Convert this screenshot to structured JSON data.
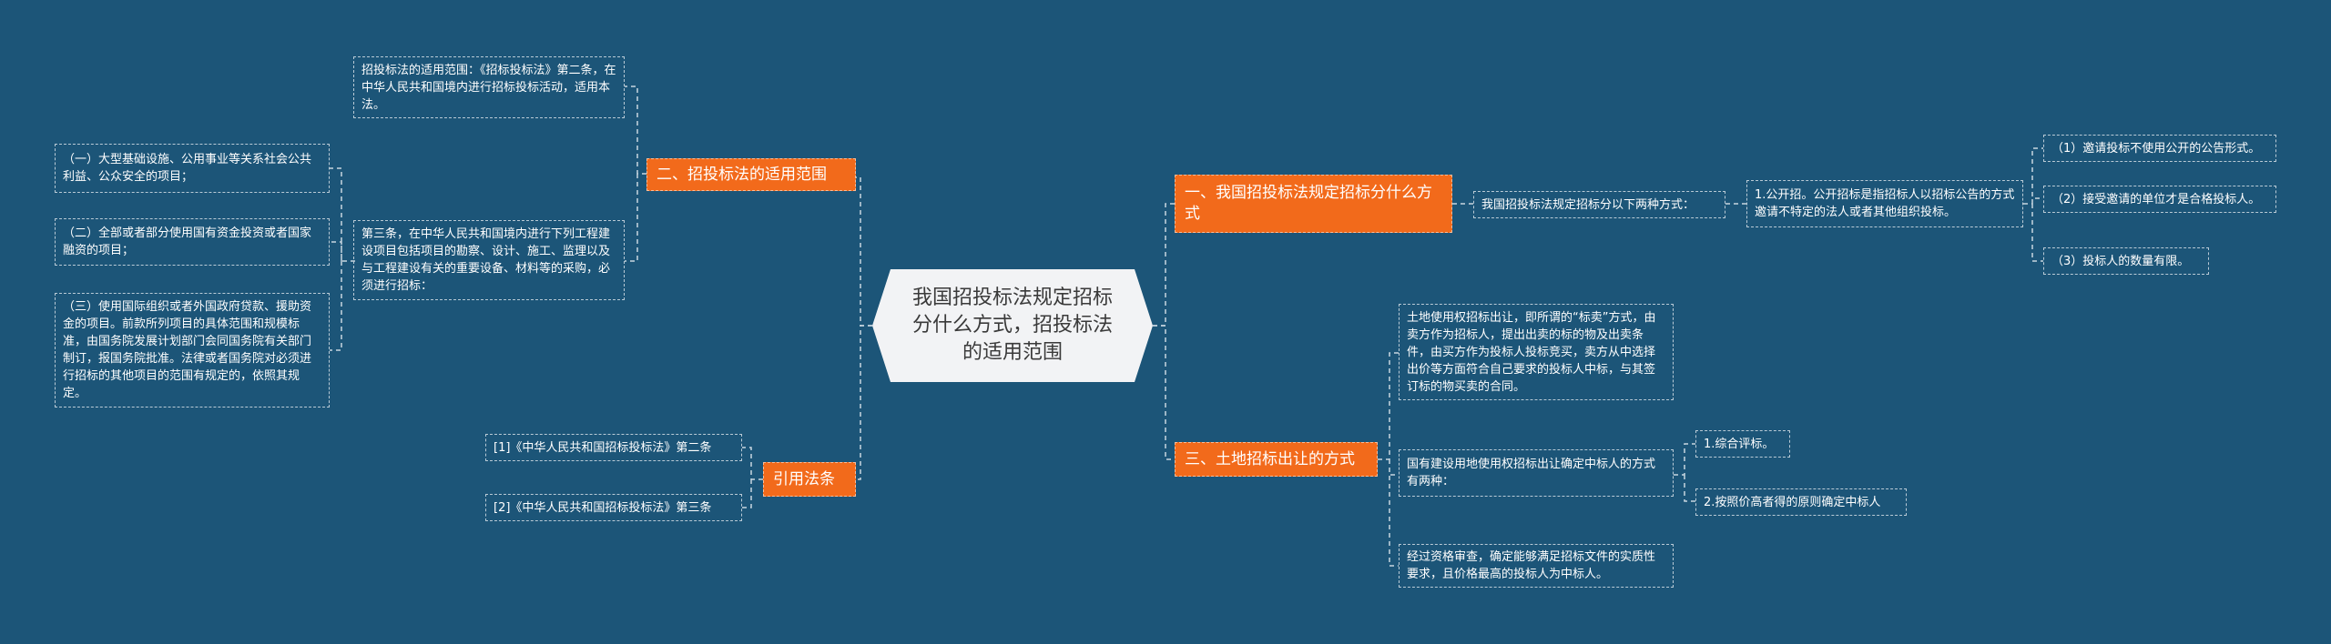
{
  "center": {
    "label": "我国招投标法规定招标分什么方式，招投标法的适用范围"
  },
  "colors": {
    "background": "#1c5578",
    "branch": "#f26a1b",
    "center": "#f2f3f5",
    "leaf_border": "#b9cad6"
  },
  "left": {
    "scope": {
      "label": "二、招投标法的适用范围",
      "items": [
        "招投标法的适用范围：《招标投标法》第二条，在中华人民共和国境内进行招标投标活动，适用本法。",
        "第三条，在中华人民共和国境内进行下列工程建设项目包括项目的勘察、设计、施工、监理以及与工程建设有关的重要设备、材料等的采购，必须进行招标："
      ],
      "sub_items": [
        "（一）大型基础设施、公用事业等关系社会公共利益、公众安全的项目；",
        "（二）全部或者部分使用国有资金投资或者国家融资的项目；",
        "（三）使用国际组织或者外国政府贷款、援助资金的项目。前款所列项目的具体范围和规模标准，由国务院发展计划部门会同国务院有关部门制订，报国务院批准。法律或者国务院对必须进行招标的其他项目的范围有规定的，依照其规定。"
      ]
    },
    "refs": {
      "label": "引用法条",
      "items": [
        "[1]《中华人民共和国招标投标法》第二条",
        "[2]《中华人民共和国招标投标法》第三条"
      ]
    }
  },
  "right": {
    "methods": {
      "label": "一、我国招投标法规定招标分什么方式",
      "child": "我国招投标法规定招标分以下两种方式：",
      "grandchild": "1.公开招。公开招标是指招标人以招标公告的方式邀请不特定的法人或者其他组织投标。",
      "points": [
        "（1）邀请投标不使用公开的公告形式。",
        "（2）接受邀请的单位才是合格投标人。",
        "（3）投标人的数量有限。"
      ]
    },
    "land": {
      "label": "三、土地招标出让的方式",
      "items": [
        "土地使用权招标出让，即所谓的“标卖”方式，由卖方作为招标人，提出出卖的标的物及出卖条件，由买方作为投标人投标竞买，卖方从中选择出价等方面符合自己要求的投标人中标，与其签订标的物买卖的合同。",
        "国有建设用地使用权招标出让确定中标人的方式有两种：",
        "经过资格审查，确定能够满足招标文件的实质性要求，且价格最高的投标人为中标人。"
      ],
      "sub_items": [
        "1.综合评标。",
        "2.按照价高者得的原则确定中标人"
      ]
    }
  }
}
